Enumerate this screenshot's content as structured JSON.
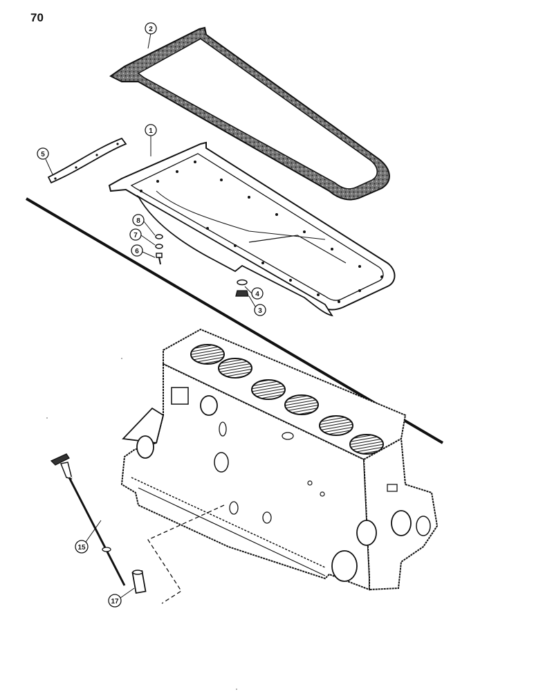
{
  "page": {
    "number": "70"
  },
  "callouts": {
    "c1": "1",
    "c2": "2",
    "c3": "3",
    "c4": "4",
    "c5": "5",
    "c6": "6",
    "c7": "7",
    "c8": "8",
    "c15": "15",
    "c17": "17"
  },
  "colors": {
    "ink": "#111111",
    "paper": "#ffffff"
  }
}
